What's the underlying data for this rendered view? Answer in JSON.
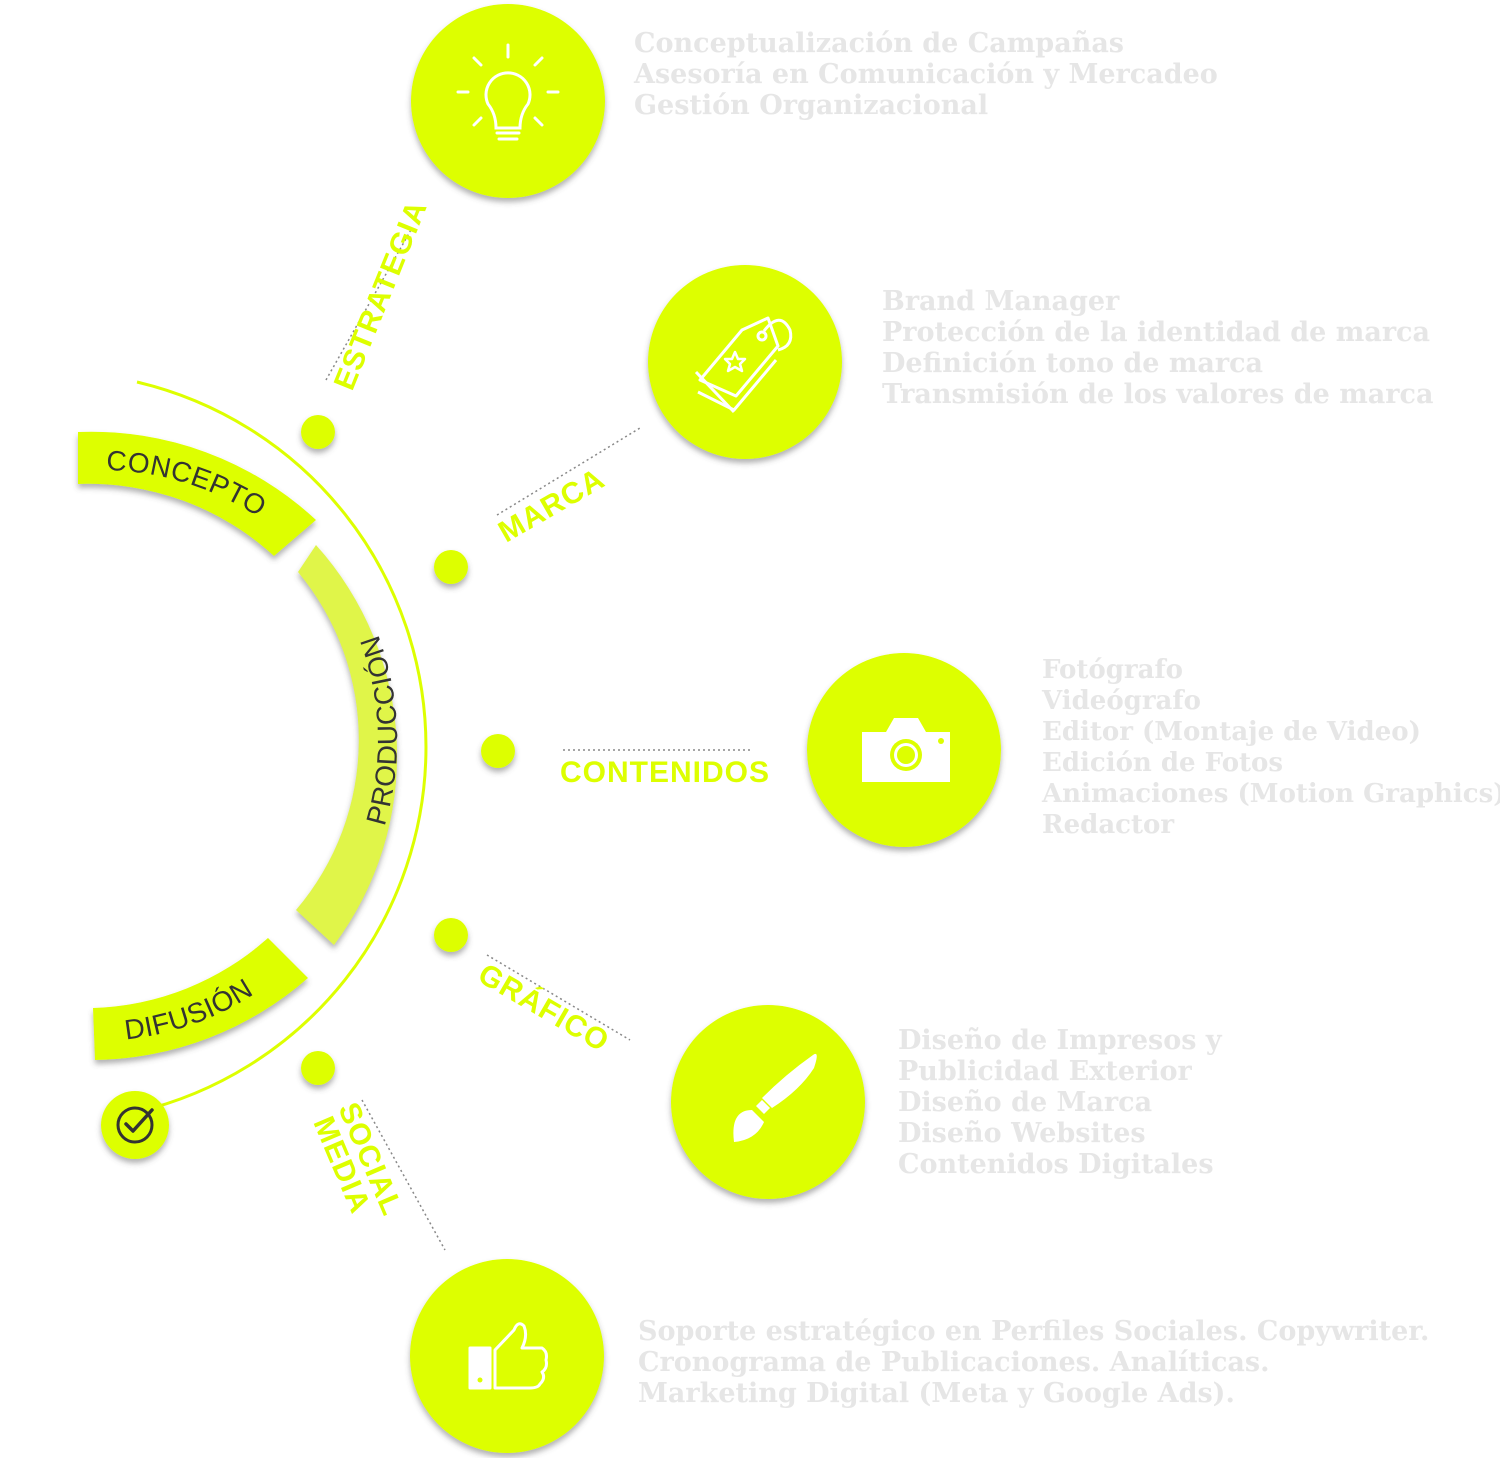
{
  "colors": {
    "accent": "#ddff00",
    "shadow": "#6b6b6b",
    "desc_text": "#e6e6e6",
    "phase_text": "#333333"
  },
  "phases": [
    {
      "label": "CONCEPTO"
    },
    {
      "label": "PRODUCCIÓN"
    },
    {
      "label": "DIFUSIÓN"
    }
  ],
  "services": [
    {
      "label": "ESTRATEGIA",
      "icon": "lightbulb-icon",
      "items": [
        "Conceptualización de Campañas",
        "Asesoría en Comunicación y Mercadeo",
        "Gestión Organizacional"
      ]
    },
    {
      "label": "MARCA",
      "icon": "price-tag-icon",
      "items": [
        "Brand Manager",
        "Protección de la identidad de marca",
        "Definición tono de marca",
        "Transmisión de los valores de marca"
      ]
    },
    {
      "label": "CONTENIDOS",
      "icon": "camera-icon",
      "items": [
        "Fotógrafo",
        "Videógrafo",
        "Editor (Montaje de Video)",
        "Edición de Fotos",
        "Animaciones (Motion Graphics)",
        "Redactor"
      ]
    },
    {
      "label": "GRÁFICO",
      "icon": "paintbrush-icon",
      "items": [
        "Diseño de Impresos y",
        "Publicidad Exterior",
        "Diseño de Marca",
        "Diseño Websites",
        "Contenidos Digitales"
      ]
    },
    {
      "label_line1": "SOCIAL",
      "label_line2": "MEDIA",
      "icon": "thumbs-up-icon",
      "items": [
        "Soporte estratégico en Perfiles Sociales. Copywriter.",
        "Cronograma de Publicaciones. Analíticas.",
        "Marketing Digital (Meta y Google Ads)."
      ]
    }
  ],
  "end_icon": "check-circle-icon"
}
